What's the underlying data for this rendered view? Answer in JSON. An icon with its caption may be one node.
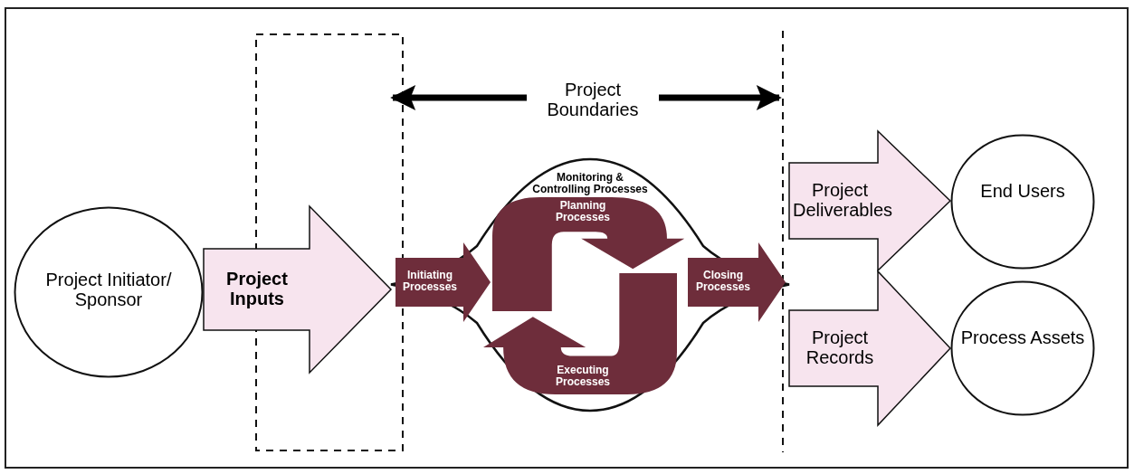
{
  "diagram": {
    "nodes": [
      {
        "text": [
          "Project Initiator/ Sponsor"
        ]
      },
      {
        "text": [
          "Monitoring & Controlling Processes"
        ]
      },
      {
        "text": [
          "Initiating Processes"
        ],
        "in": 1
      },
      {
        "text": [
          "Planning Processes"
        ],
        "in": 1
      },
      {
        "text": [
          "Executing Processes"
        ],
        "in": 1
      },
      {
        "text": [
          "Closing Processes"
        ],
        "in": 1
      },
      {
        "text": [
          "End Users"
        ]
      },
      {
        "text": [
          "Process Assets"
        ]
      }
    ],
    "edges": [
      {
        "from": 0,
        "to": 1,
        "arrow": "to",
        "label": "Project Inputs"
      },
      {
        "from": 1,
        "to": 6,
        "arrow": "to",
        "label": "Project Deliverables"
      },
      {
        "from": 1,
        "to": 7,
        "arrow": "to",
        "label": "Project Records"
      }
    ],
    "labels": [
      "Project Boundaries"
    ]
  }
}
